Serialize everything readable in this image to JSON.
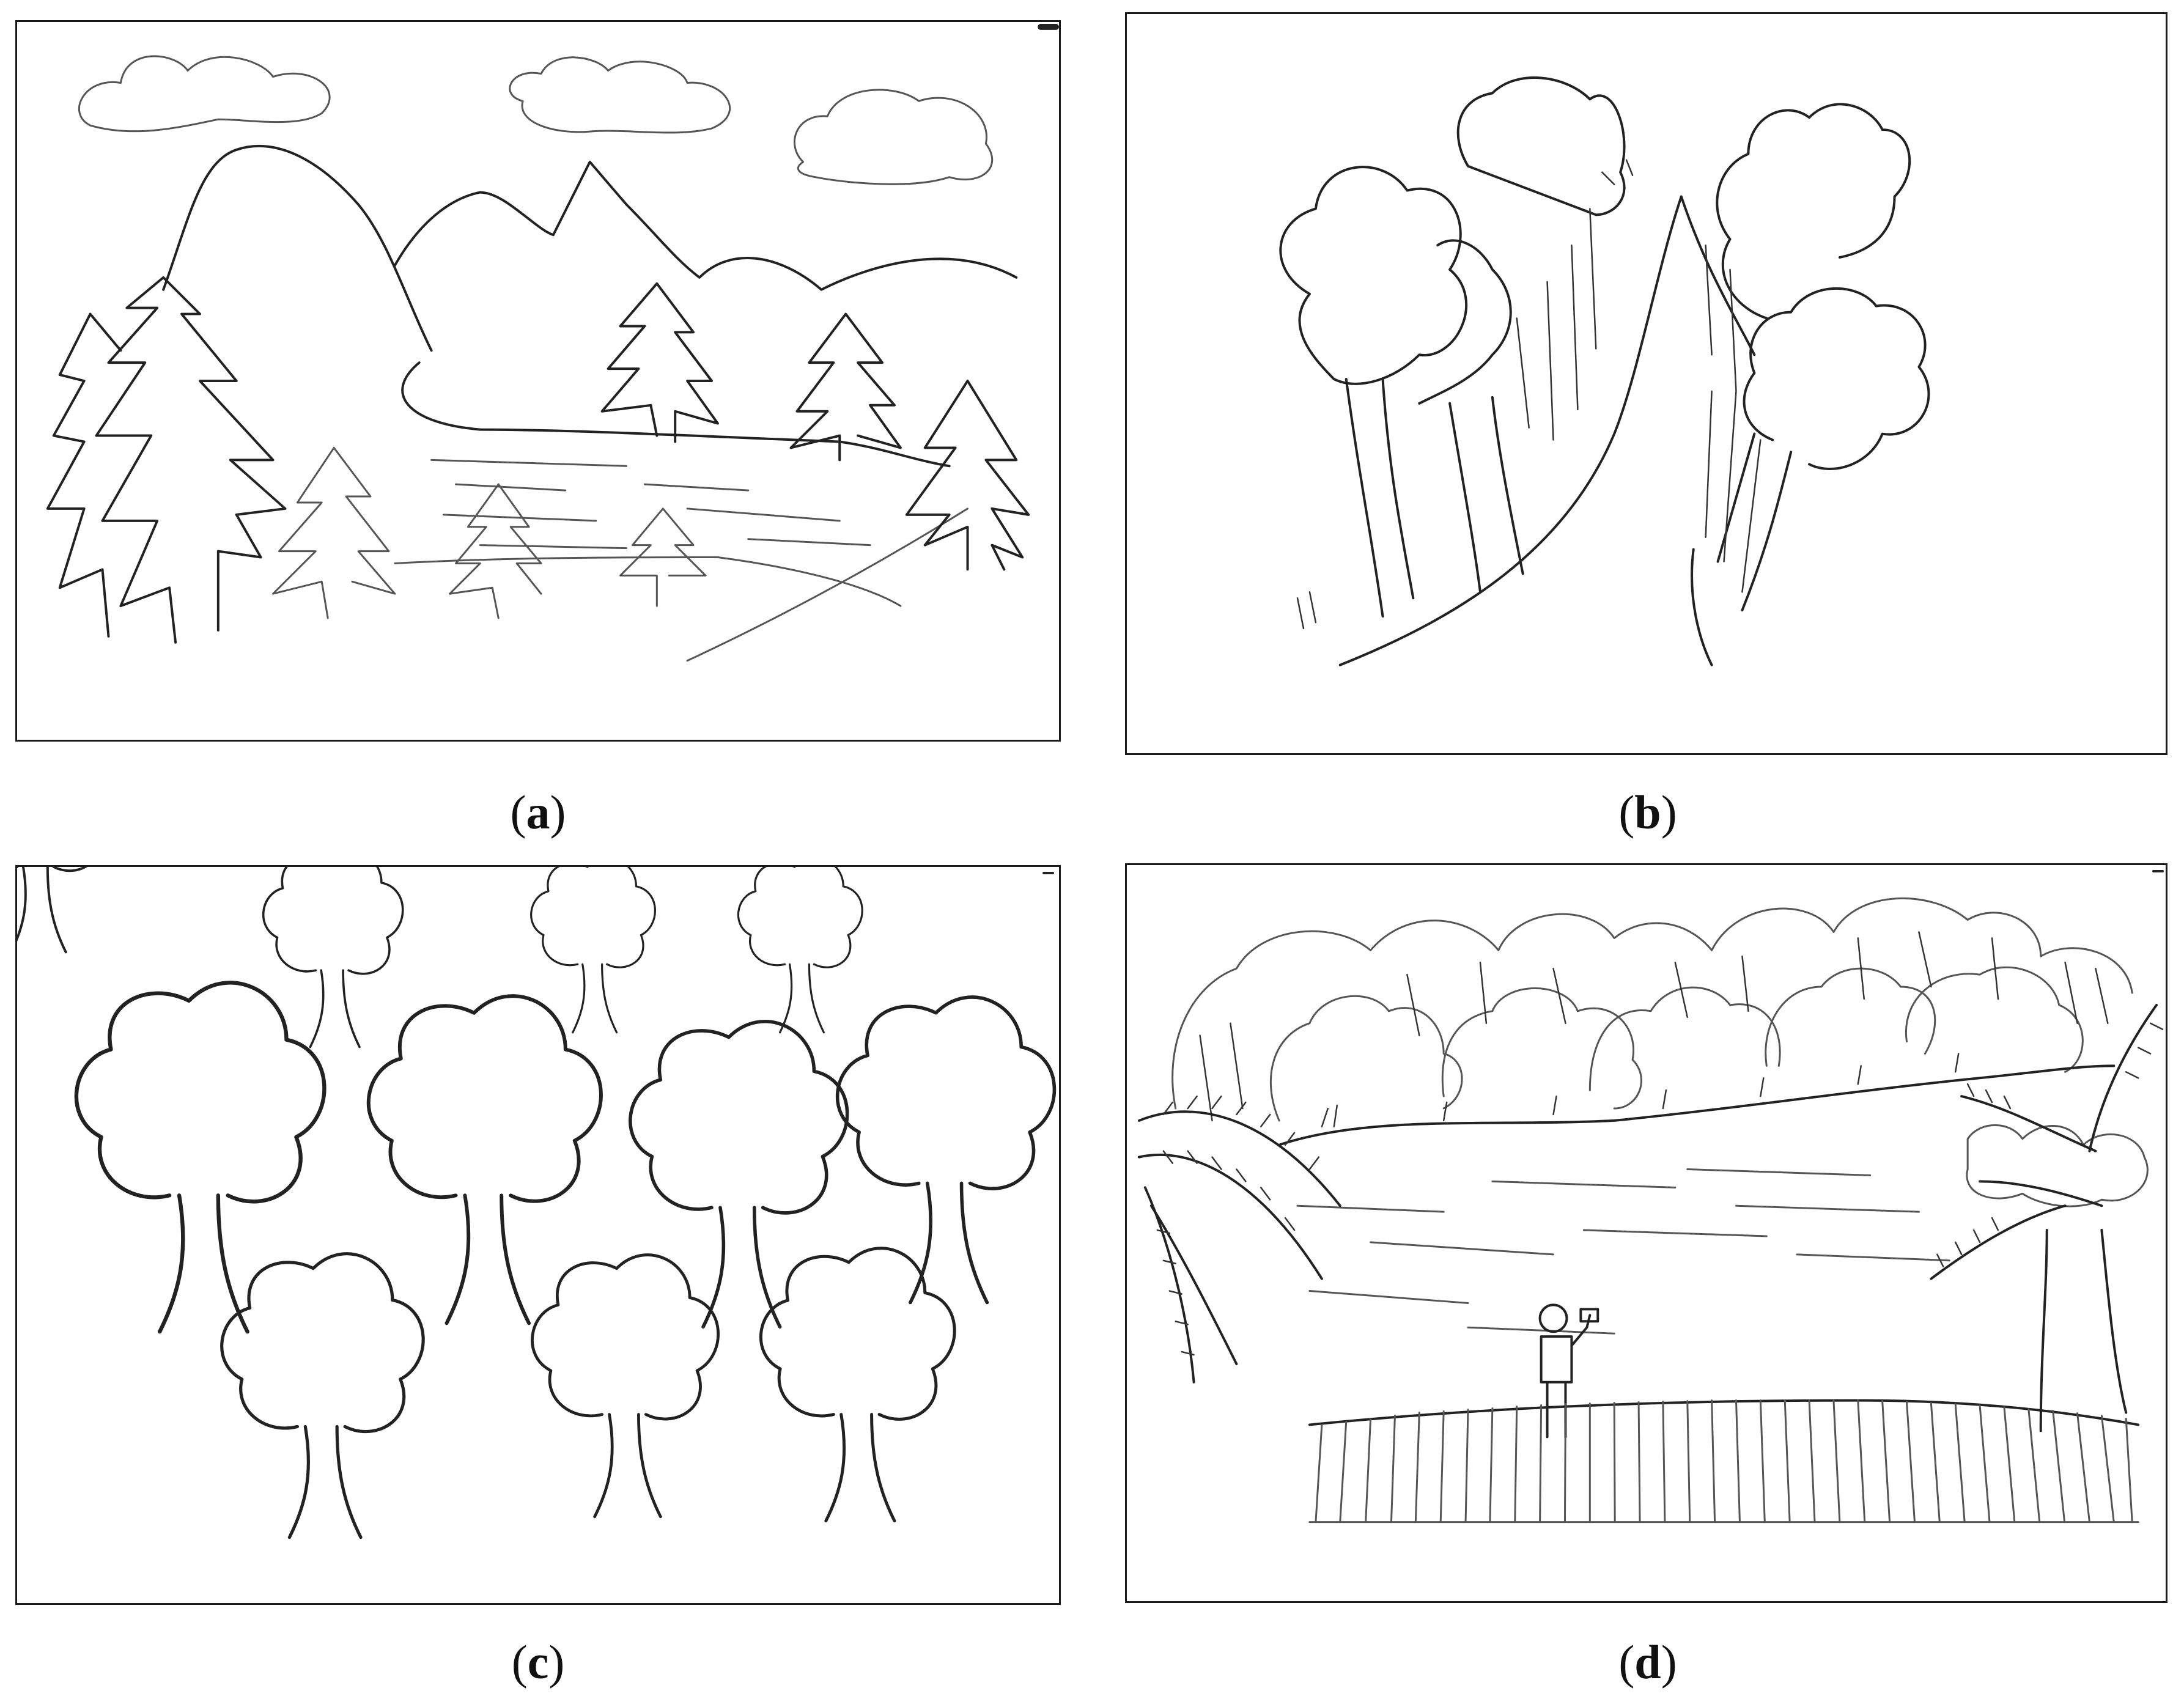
{
  "figure": {
    "panels": [
      {
        "id": "a",
        "letter": "a",
        "subject": "mountains-trees-river-sketch"
      },
      {
        "id": "b",
        "letter": "b",
        "subject": "two-tree-groups-path-sketch"
      },
      {
        "id": "c",
        "letter": "c",
        "subject": "rows-of-trees-sketch"
      },
      {
        "id": "d",
        "letter": "d",
        "subject": "forest-meadow-person-fence-sketch"
      }
    ],
    "caption_open": "(",
    "caption_close": ")"
  },
  "colors": {
    "ink": "#222222",
    "frame": "#1a1a1a",
    "paper": "#ffffff"
  }
}
